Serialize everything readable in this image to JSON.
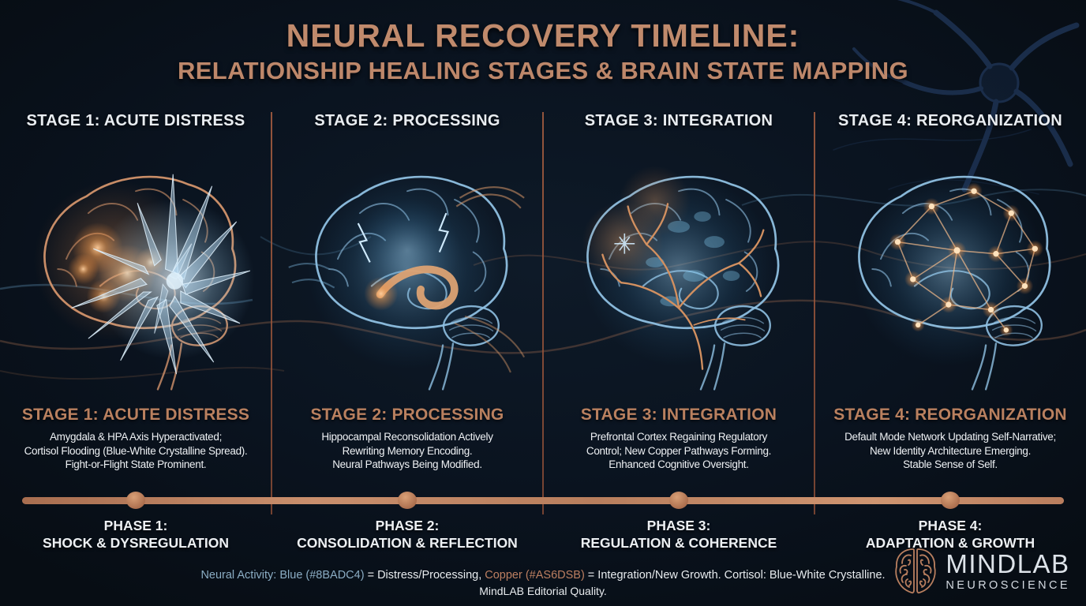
{
  "title": {
    "line1": "NEURAL RECOVERY TIMELINE:",
    "line2": "RELATIONSHIP HEALING STAGES & BRAIN STATE MAPPING"
  },
  "stages": [
    {
      "header": "STAGE 1: ACUTE DISTRESS",
      "title": "STAGE 1: ACUTE DISTRESS",
      "desc": [
        "Amygdala & HPA Axis Hyperactivated;",
        "Cortisol Flooding (Blue-White Crystalline Spread).",
        "Fight-or-Flight State Prominent."
      ],
      "brain_depicts": "copper glowing brain with blue-white crystalline spread"
    },
    {
      "header": "STAGE 2: PROCESSING",
      "title": "STAGE 2: PROCESSING",
      "desc": [
        "Hippocampal Reconsolidation Actively",
        "Rewriting Memory Encoding.",
        "Neural Pathways Being Modified."
      ],
      "brain_depicts": "translucent blue brain with glowing copper hippocampus"
    },
    {
      "header": "STAGE 3: INTEGRATION",
      "title": "STAGE 3: INTEGRATION",
      "desc": [
        "Prefrontal Cortex Regaining Regulatory",
        "Control; New Copper Pathways Forming.",
        "Enhanced Cognitive Oversight."
      ],
      "brain_depicts": "blue brain with new copper pathways branching"
    },
    {
      "header": "STAGE 4: REORGANIZATION",
      "title": "STAGE 4: REORGANIZATION",
      "desc": [
        "Default Mode Network Updating Self-Narrative;",
        "New Identity Architecture Emerging.",
        "Stable Sense of Self."
      ],
      "brain_depicts": "blue brain with glowing copper network nodes"
    }
  ],
  "phases": [
    {
      "line1": "PHASE 1:",
      "line2": "SHOCK & DYSREGULATION"
    },
    {
      "line1": "PHASE 2:",
      "line2": "CONSOLIDATION & REFLECTION"
    },
    {
      "line1": "PHASE 3:",
      "line2": "REGULATION & COHERENCE"
    },
    {
      "line1": "PHASE 4:",
      "line2": "ADAPTATION & GROWTH"
    }
  ],
  "footer": {
    "blue_label": "Neural Activity: Blue (#8BADC4)",
    "mid1": " = Distress/Processing, ",
    "copper_label": "Copper (#AS6DSB)",
    "mid2": " = Integration/New Growth. Cortisol: Blue-White Crystalline.",
    "line2": "MindLAB Editorial Quality."
  },
  "logo": {
    "brand": "MINDLAB",
    "subtitle": "NEUROSCIENCE",
    "icon": "brain-icon"
  },
  "colors": {
    "copper_accent": "#C08A6C",
    "blue_accent": "#8BADC4",
    "timeline_bar": "#C1866A",
    "heading_white": "#E9EDF1",
    "background": "#0A131F"
  }
}
